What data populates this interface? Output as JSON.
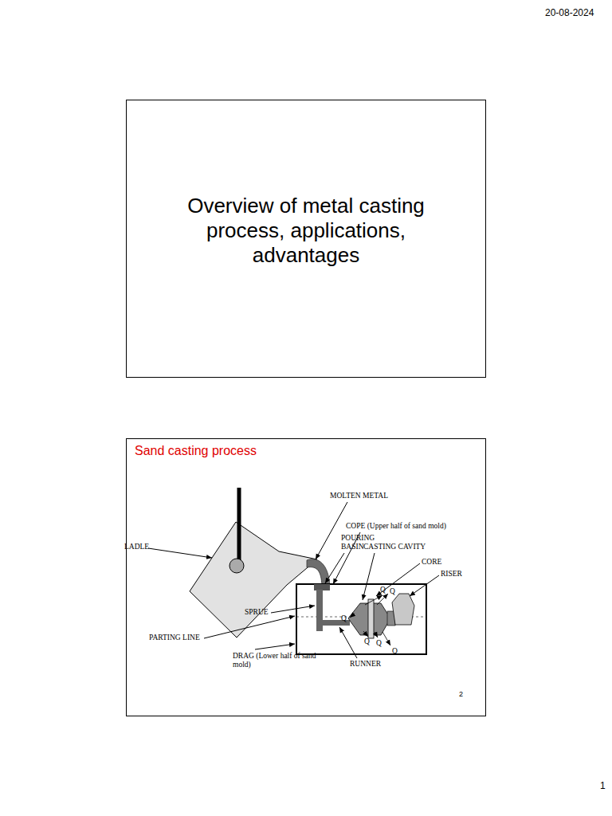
{
  "diagram": {
    "nodes": [
      {
        "text": [
          "Overview of metal casting process, applications, advantages"
        ]
      },
      {
        "text": [
          "Sand casting process"
        ]
      }
    ],
    "labels": [
      "20-08-2024",
      "MOLTEN METAL",
      "COPE (Upper half of sand mold)",
      "POURING BASIN",
      "CASTING CAVITY",
      "CORE",
      "LADLE",
      "RISER",
      "SPRUE",
      "PARTING LINE",
      "DRAG (Lower half of sand mold)",
      "RUNNER",
      "Q",
      "Q",
      "Q",
      "Q",
      "Q",
      "Q",
      "2",
      "1"
    ]
  }
}
